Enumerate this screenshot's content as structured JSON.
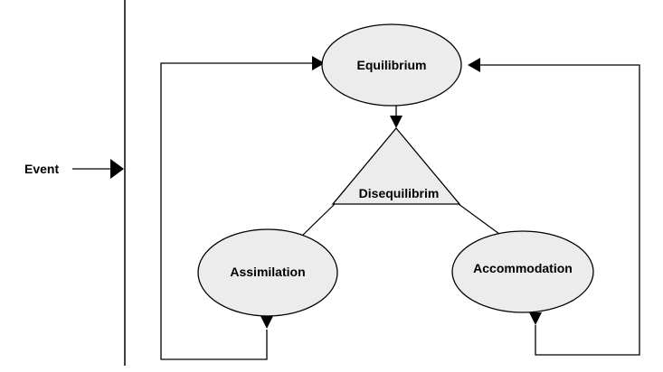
{
  "diagram": {
    "input_label": "Event",
    "nodes": {
      "equilibrium": "Equilibrium",
      "disequilibrium": "Disequilibrim",
      "assimilation": "Assimilation",
      "accommodation": "Accommodation"
    }
  },
  "colors": {
    "node_fill": "#ececec",
    "line": "#000000",
    "background": "#ffffff"
  }
}
